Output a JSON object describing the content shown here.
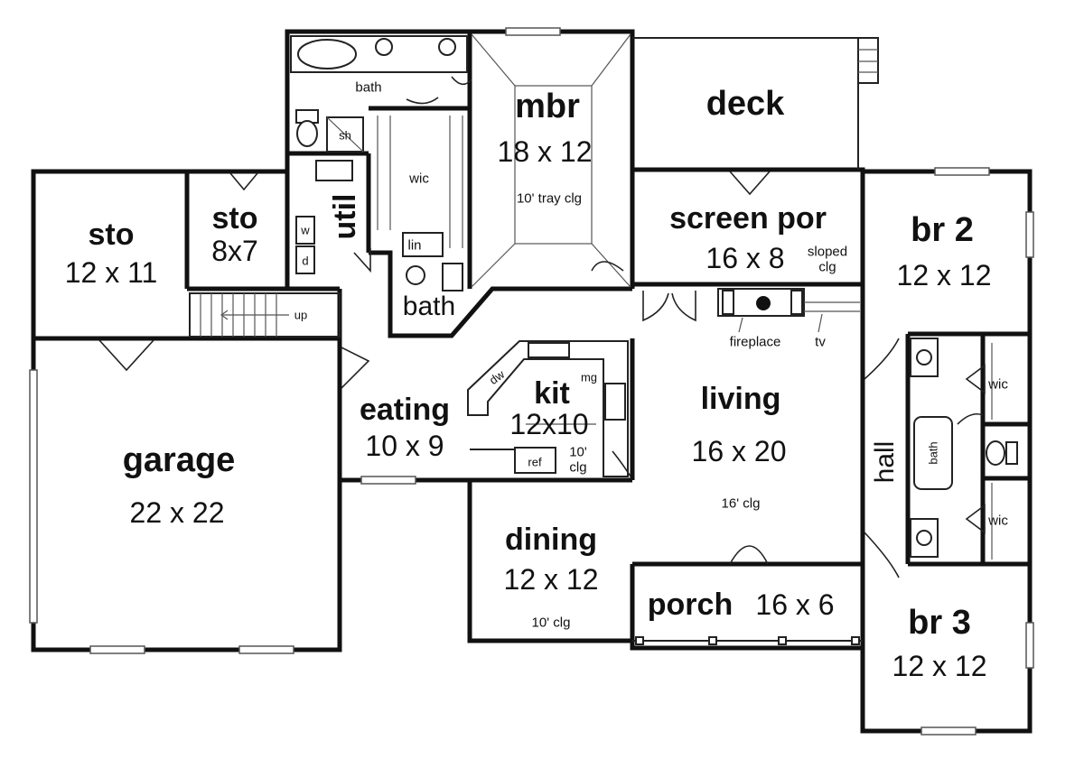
{
  "rooms": {
    "mbr": {
      "name": "mbr",
      "dim": "18 x 12",
      "note": "10' tray clg"
    },
    "deck": {
      "name": "deck"
    },
    "screen_por": {
      "name": "screen por",
      "dim": "16 x 8",
      "note": "sloped clg"
    },
    "br2": {
      "name": "br 2",
      "dim": "12 x 12"
    },
    "br3": {
      "name": "br 3",
      "dim": "12 x 12"
    },
    "sto_left": {
      "name": "sto",
      "dim": "12 x 11"
    },
    "sto_mid": {
      "name": "sto",
      "dim": "8x7"
    },
    "util": {
      "name": "util"
    },
    "garage": {
      "name": "garage",
      "dim": "22 x 22"
    },
    "eating": {
      "name": "eating",
      "dim": "10 x 9"
    },
    "kit": {
      "name": "kit",
      "dim": "12x10",
      "note": "10' clg"
    },
    "living": {
      "name": "living",
      "dim": "16 x 20",
      "note": "16' clg"
    },
    "dining": {
      "name": "dining",
      "dim": "12 x 12",
      "note": "10' clg"
    },
    "porch": {
      "name": "porch",
      "dim": "16 x 6"
    },
    "hall": {
      "name": "hall"
    },
    "bath_master": {
      "name": "bath"
    },
    "bath_small": {
      "name": "bath"
    }
  },
  "fixtures": {
    "wic_master": "wic",
    "wic_br2": "wic",
    "wic_br3": "wic",
    "lin": "lin",
    "shower": "sh",
    "washer": "w",
    "dryer": "d",
    "stairs": "up",
    "fireplace": "fireplace",
    "tv": "tv",
    "dishwasher": "dw",
    "microwave": "mg",
    "refrigerator": "ref",
    "bath_tub": "bath"
  },
  "colors": {
    "wall": "#111111",
    "background": "#ffffff"
  }
}
